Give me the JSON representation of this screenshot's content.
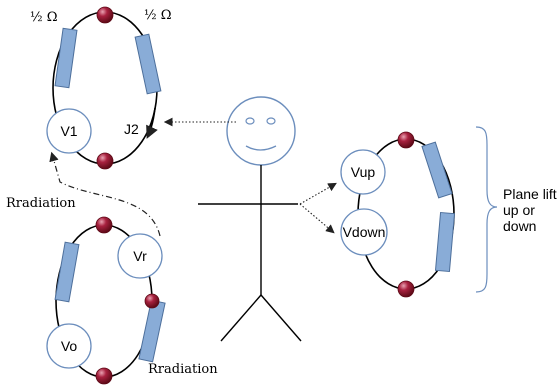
{
  "labels": {
    "resistor_top_left": "½ Ω",
    "resistor_top_right": "½ Ω",
    "source_v1": "V1",
    "current_j2": "J2",
    "source_vr": "Vr",
    "source_vo": "Vo",
    "radiation_upper": "Rradiation",
    "radiation_lower": "Rradiation",
    "source_vup": "Vup",
    "source_vdown": "Vdown",
    "plane_note_line1": "Plane lift",
    "plane_note_line2": "up or",
    "plane_note_line3": "down"
  },
  "colors": {
    "resistor_fill": "#89acd7",
    "node_fill": "#9c1b35",
    "source_stroke": "#6c8ebd"
  }
}
